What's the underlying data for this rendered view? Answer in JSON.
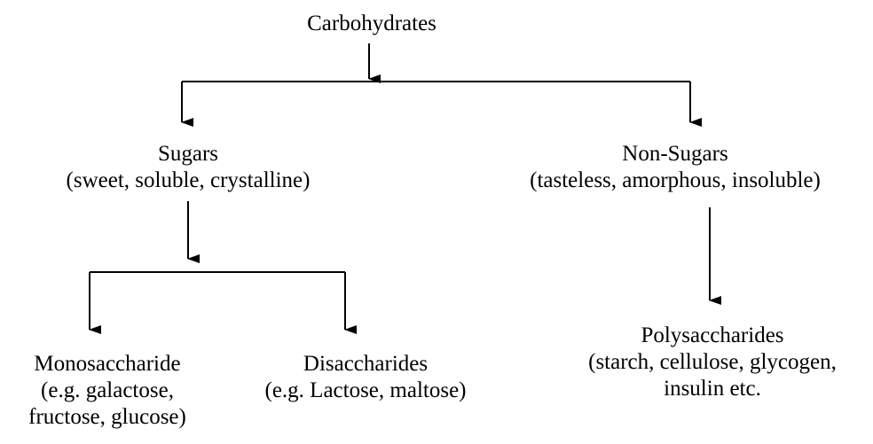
{
  "diagram": {
    "root": {
      "title": "Carbohydrates"
    },
    "sugars": {
      "title": "Sugars",
      "description": "(sweet, soluble, crystalline)"
    },
    "non_sugars": {
      "title": "Non-Sugars",
      "description": "(tasteless, amorphous, insoluble)"
    },
    "monosaccharide": {
      "title": "Monosaccharide",
      "line2": "(e.g. galactose,",
      "line3": "fructose, glucose)"
    },
    "disaccharides": {
      "title": "Disaccharides",
      "line2": "(e.g. Lactose, maltose)"
    },
    "polysaccharides": {
      "title": "Polysaccharides",
      "line2": "(starch, cellulose, glycogen,",
      "line3": "insulin etc."
    }
  },
  "colors": {
    "text": "#000000",
    "lines": "#000000",
    "background": "#ffffff"
  }
}
